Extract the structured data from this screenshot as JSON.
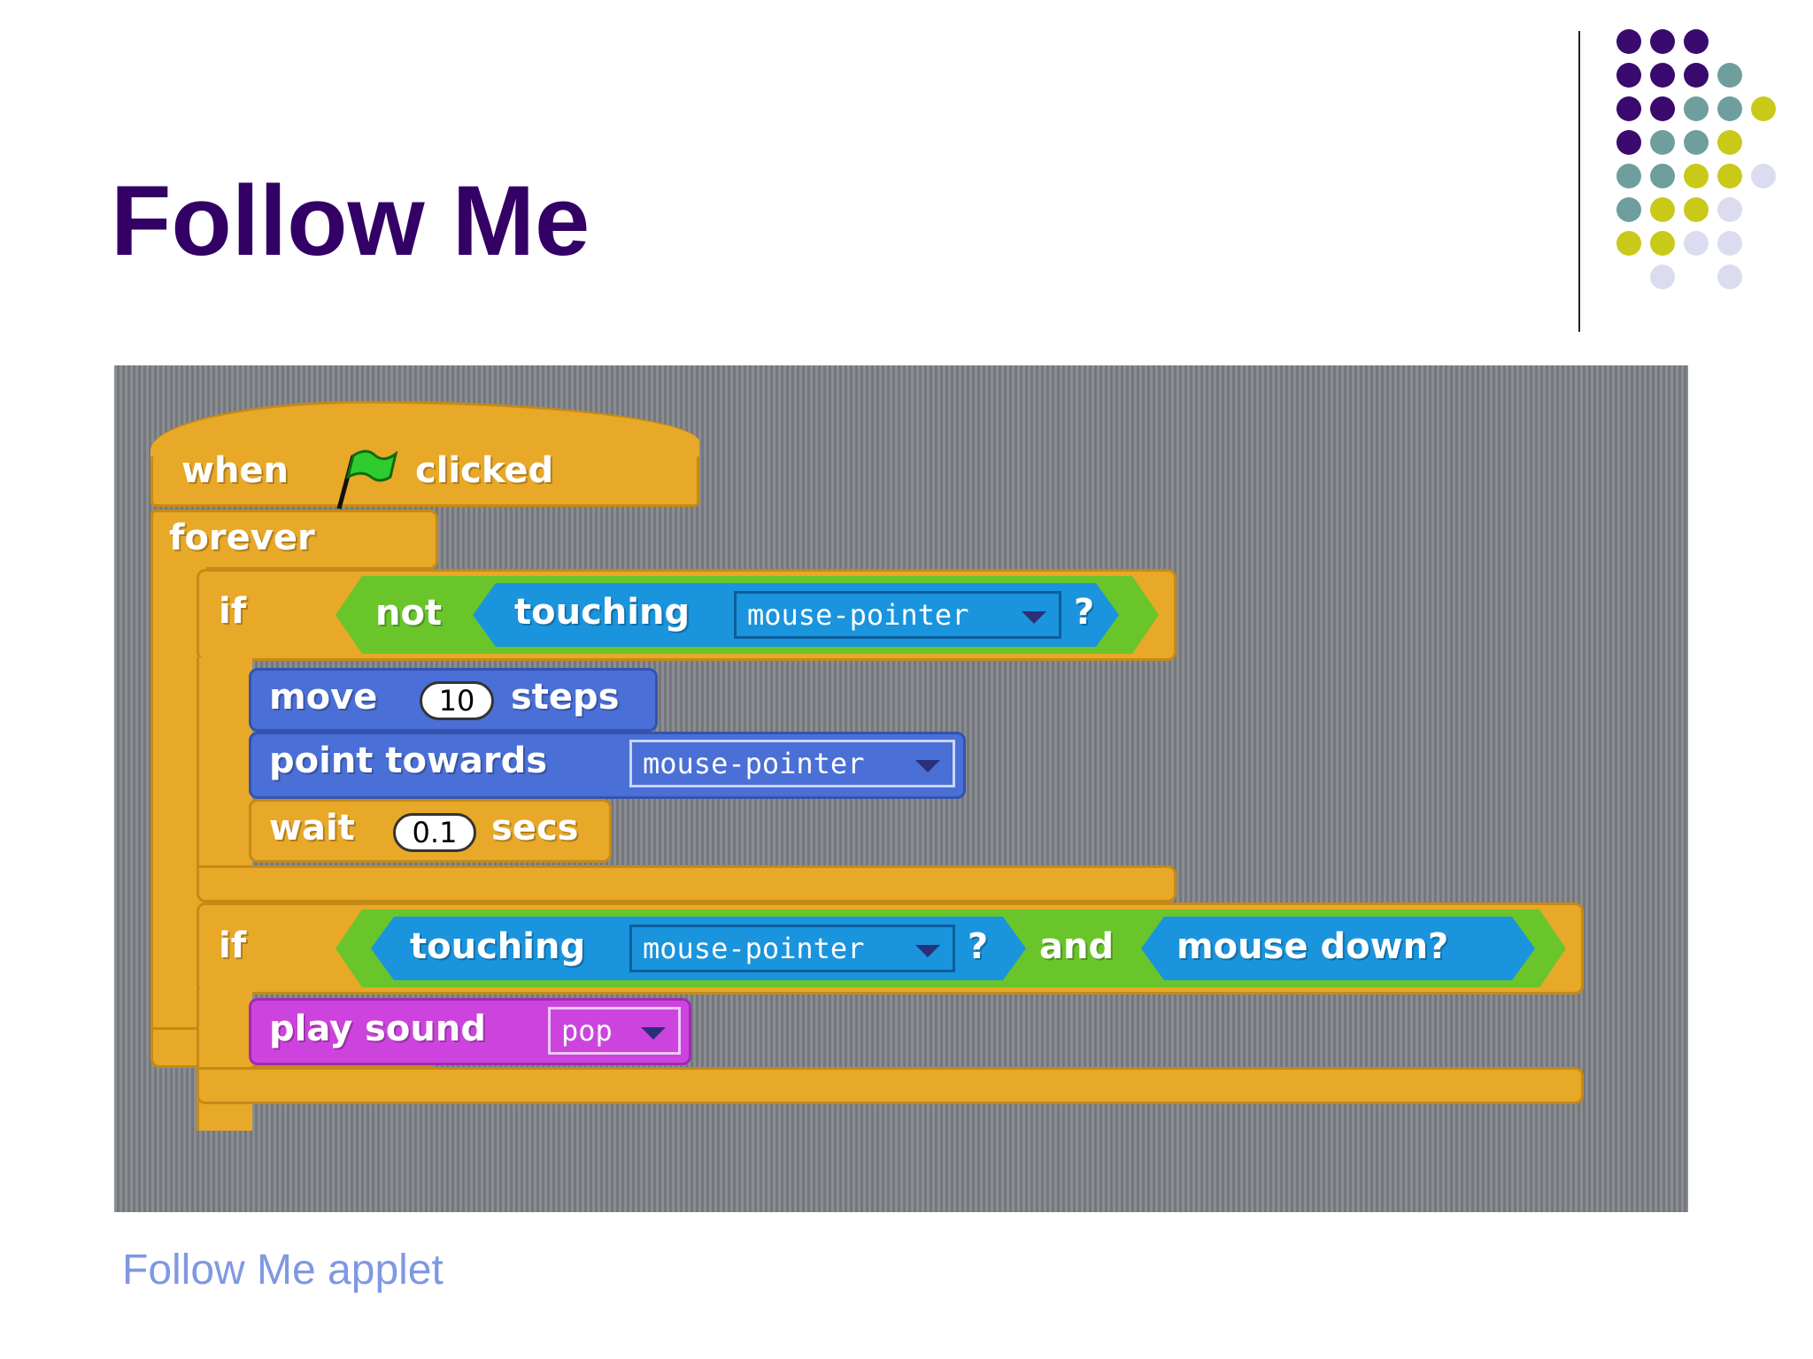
{
  "slide": {
    "title": "Follow Me",
    "caption": "Follow Me applet"
  },
  "colors": {
    "title": "#330066",
    "caption": "#7f98e2",
    "dot_purple": "#3b0a6e",
    "dot_teal": "#6f9e9e",
    "dot_yellow": "#c9c919",
    "dot_lavender": "#dcdcf0"
  },
  "script": {
    "hat": {
      "when": "when",
      "flag": "green-flag-icon",
      "clicked": "clicked"
    },
    "forever": "forever",
    "if1": {
      "label": "if",
      "not": "not",
      "touching": "touching",
      "target": "mouse-pointer",
      "q": "?"
    },
    "move": {
      "label": "move",
      "value": "10",
      "unit": "steps"
    },
    "point": {
      "label": "point towards",
      "target": "mouse-pointer"
    },
    "wait": {
      "label": "wait",
      "value": "0.1",
      "unit": "secs"
    },
    "if2": {
      "label": "if",
      "touching": "touching",
      "target": "mouse-pointer",
      "q": "?",
      "and": "and",
      "mouse_down": "mouse down?"
    },
    "play": {
      "label": "play sound",
      "sound": "pop"
    }
  }
}
